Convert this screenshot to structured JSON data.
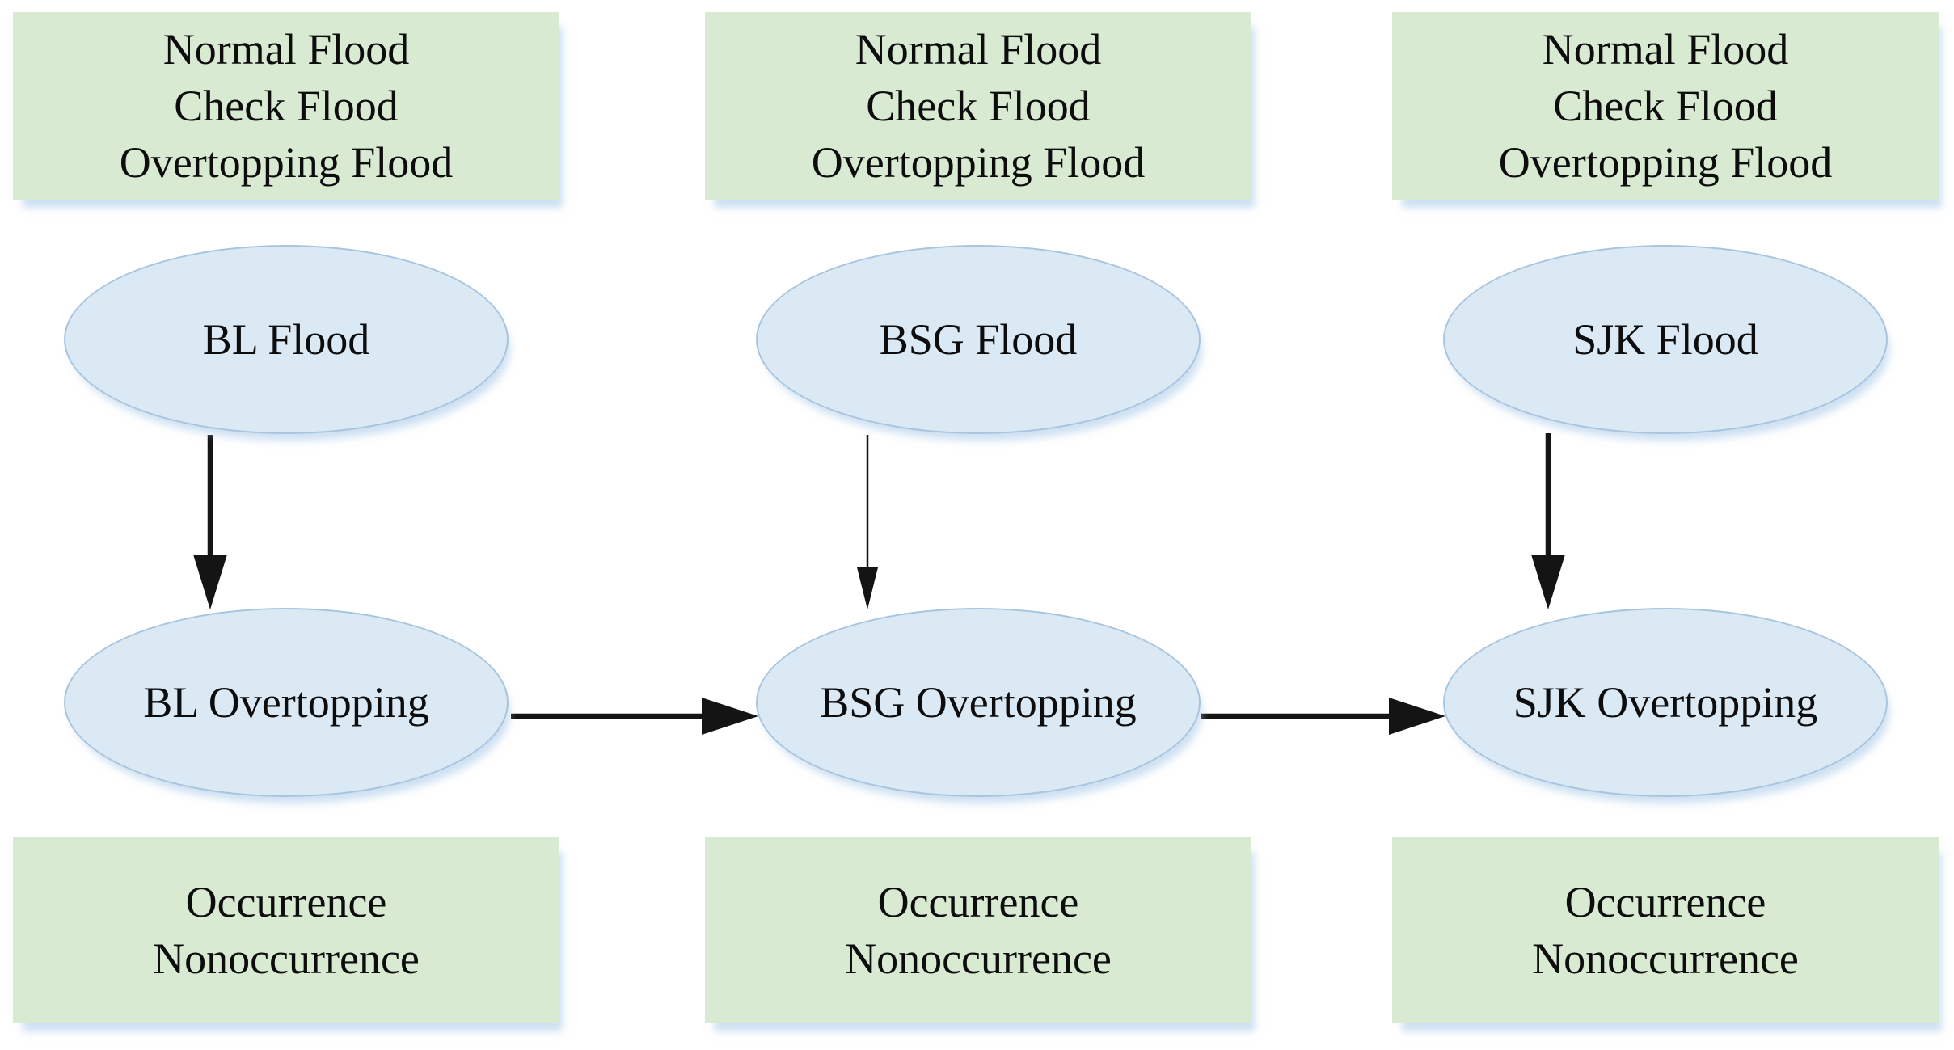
{
  "diagram": {
    "description": "Flood overtopping Bayesian network with three cascade nodes"
  },
  "colors": {
    "background": "#ffffff",
    "box-fill": "#d9ead3",
    "node-fill": "#dbe9f5",
    "node-border": "#a9c5de",
    "ink": "#0d0d0d",
    "arrow": "#141414",
    "shadow": "rgba(164, 199, 232, 0.55)"
  },
  "columns": [
    {
      "id": "BL",
      "states": [
        "Normal Flood",
        "Check Flood",
        "Overtopping Flood"
      ],
      "flood_label": "BL Flood",
      "overtopping_label": "BL Overtopping",
      "outcomes": [
        "Occurrence",
        "Nonoccurrence"
      ]
    },
    {
      "id": "BSG",
      "states": [
        "Normal Flood",
        "Check Flood",
        "Overtopping Flood"
      ],
      "flood_label": "BSG Flood",
      "overtopping_label": "BSG Overtopping",
      "outcomes": [
        "Occurrence",
        "Nonoccurrence"
      ]
    },
    {
      "id": "SJK",
      "states": [
        "Normal Flood",
        "Check Flood",
        "Overtopping Flood"
      ],
      "flood_label": "SJK Flood",
      "overtopping_label": "SJK Overtopping",
      "outcomes": [
        "Occurrence",
        "Nonoccurrence"
      ]
    }
  ],
  "edges": [
    {
      "from": "BL Flood",
      "to": "BL Overtopping",
      "direction": "down",
      "line_weight": "thick"
    },
    {
      "from": "BSG Flood",
      "to": "BSG Overtopping",
      "direction": "down",
      "line_weight": "thin"
    },
    {
      "from": "SJK Flood",
      "to": "SJK Overtopping",
      "direction": "down",
      "line_weight": "thick"
    },
    {
      "from": "BL Overtopping",
      "to": "BSG Overtopping",
      "direction": "right",
      "line_weight": "thick"
    },
    {
      "from": "BSG Overtopping",
      "to": "SJK Overtopping",
      "direction": "right",
      "line_weight": "thick"
    }
  ]
}
